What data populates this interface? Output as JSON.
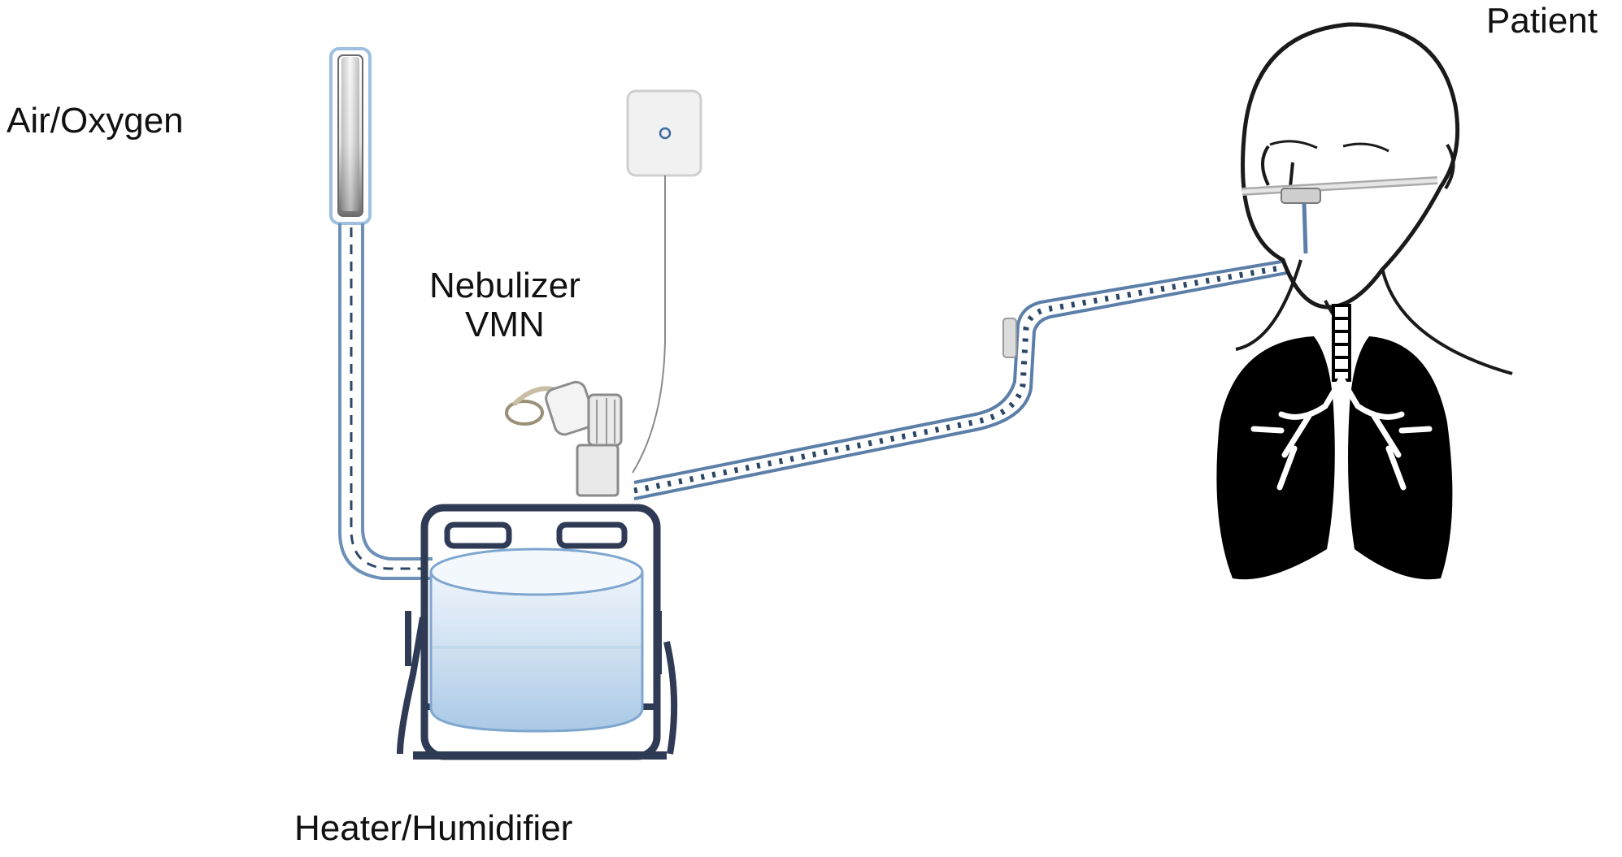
{
  "labels": {
    "air_oxygen": "Air/Oxygen",
    "nebulizer_line1": "Nebulizer",
    "nebulizer_line2": "VMN",
    "heater_humidifier": "Heater/Humidifier",
    "patient": "Patient"
  },
  "colors": {
    "tube_outline": "#5b7fa8",
    "tube_dash": "#2c4766",
    "water_top": "#dde9f5",
    "water_bottom": "#a9c9e6",
    "heater_frame": "#2f3a55",
    "lungs": "#000000",
    "head_outline": "#1a1a1a"
  },
  "components": [
    {
      "name": "air-oxygen-source",
      "kind": "gas-cylinder"
    },
    {
      "name": "nebulizer-controller",
      "kind": "control-box"
    },
    {
      "name": "vibrating-mesh-nebulizer",
      "kind": "nebulizer"
    },
    {
      "name": "heater-humidifier",
      "kind": "humidifier-chamber"
    },
    {
      "name": "nasal-cannula",
      "kind": "high-flow-cannula"
    },
    {
      "name": "patient",
      "kind": "person-with-lungs"
    }
  ]
}
